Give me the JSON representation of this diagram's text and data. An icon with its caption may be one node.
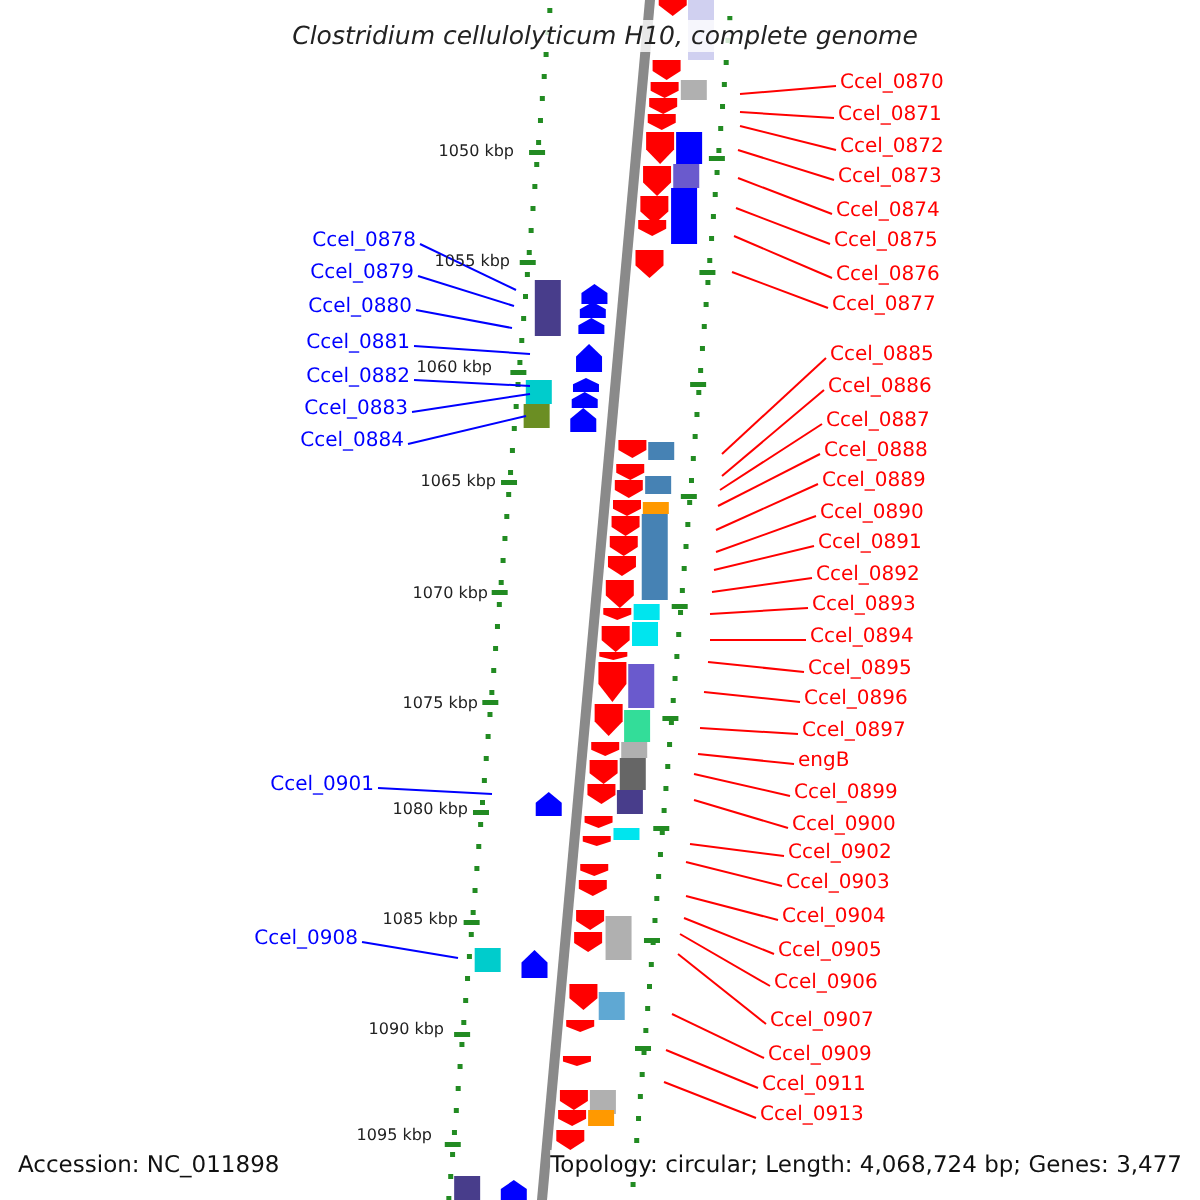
{
  "diagram": {
    "title": "Clostridium cellulolyticum H10, complete genome",
    "nodes": [
      {
        "text": [
          "Ccel_0870"
        ]
      },
      {
        "text": [
          "Ccel_0871"
        ]
      },
      {
        "text": [
          "Ccel_0872"
        ]
      },
      {
        "text": [
          "Ccel_0873"
        ]
      },
      {
        "text": [
          "Ccel_0874"
        ]
      },
      {
        "text": [
          "Ccel_0875"
        ]
      },
      {
        "text": [
          "Ccel_0876"
        ]
      },
      {
        "text": [
          "Ccel_0877"
        ]
      },
      {
        "text": [
          "Ccel_0878"
        ]
      },
      {
        "text": [
          "Ccel_0879"
        ]
      },
      {
        "text": [
          "Ccel_0880"
        ]
      },
      {
        "text": [
          "Ccel_0881"
        ]
      },
      {
        "text": [
          "Ccel_0882"
        ]
      },
      {
        "text": [
          "Ccel_0883"
        ]
      },
      {
        "text": [
          "Ccel_0884"
        ]
      },
      {
        "text": [
          "Ccel_0885"
        ]
      },
      {
        "text": [
          "Ccel_0886"
        ]
      },
      {
        "text": [
          "Ccel_0887"
        ]
      },
      {
        "text": [
          "Ccel_0888"
        ]
      },
      {
        "text": [
          "Ccel_0889"
        ]
      },
      {
        "text": [
          "Ccel_0890"
        ]
      },
      {
        "text": [
          "Ccel_0891"
        ]
      },
      {
        "text": [
          "Ccel_0892"
        ]
      },
      {
        "text": [
          "Ccel_0893"
        ]
      },
      {
        "text": [
          "Ccel_0894"
        ]
      },
      {
        "text": [
          "Ccel_0895"
        ]
      },
      {
        "text": [
          "Ccel_0896"
        ]
      },
      {
        "text": [
          "Ccel_0897"
        ]
      },
      {
        "text": [
          "engB"
        ]
      },
      {
        "text": [
          "Ccel_0899"
        ]
      },
      {
        "text": [
          "Ccel_0900"
        ]
      },
      {
        "text": [
          "Ccel_0901"
        ]
      },
      {
        "text": [
          "Ccel_0902"
        ]
      },
      {
        "text": [
          "Ccel_0903"
        ]
      },
      {
        "text": [
          "Ccel_0904"
        ]
      },
      {
        "text": [
          "Ccel_0905"
        ]
      },
      {
        "text": [
          "Ccel_0906"
        ]
      },
      {
        "text": [
          "Ccel_0907"
        ]
      },
      {
        "text": [
          "Ccel_0908"
        ]
      },
      {
        "text": [
          "Ccel_0909"
        ]
      },
      {
        "text": [
          "Ccel_0911"
        ]
      },
      {
        "text": [
          "Ccel_0913"
        ]
      }
    ],
    "edges": [
      {
        "from": 0,
        "to": null,
        "arrow": "none"
      },
      {
        "from": 1,
        "to": null,
        "arrow": "none"
      },
      {
        "from": 2,
        "to": null,
        "arrow": "none"
      },
      {
        "from": 3,
        "to": null,
        "arrow": "none"
      },
      {
        "from": 4,
        "to": null,
        "arrow": "none"
      },
      {
        "from": 5,
        "to": null,
        "arrow": "none"
      },
      {
        "from": 6,
        "to": null,
        "arrow": "none"
      },
      {
        "from": 7,
        "to": null,
        "arrow": "none"
      },
      {
        "from": 8,
        "to": null,
        "arrow": "none",
        "color": "#0000ff"
      },
      {
        "from": 9,
        "to": null,
        "arrow": "none",
        "color": "#0000ff"
      },
      {
        "from": 10,
        "to": null,
        "arrow": "none",
        "color": "#0000ff"
      },
      {
        "from": 11,
        "to": null,
        "arrow": "none",
        "color": "#0000ff"
      },
      {
        "from": 12,
        "to": null,
        "arrow": "none",
        "color": "#0000ff"
      },
      {
        "from": 13,
        "to": null,
        "arrow": "none",
        "color": "#0000ff"
      },
      {
        "from": 14,
        "to": null,
        "arrow": "none",
        "color": "#0000ff"
      },
      {
        "from": 15,
        "to": null,
        "arrow": "none"
      },
      {
        "from": 16,
        "to": null,
        "arrow": "none"
      },
      {
        "from": 17,
        "to": null,
        "arrow": "none"
      },
      {
        "from": 18,
        "to": null,
        "arrow": "none"
      },
      {
        "from": 19,
        "to": null,
        "arrow": "none"
      },
      {
        "from": 20,
        "to": null,
        "arrow": "none"
      },
      {
        "from": 21,
        "to": null,
        "arrow": "none"
      },
      {
        "from": 22,
        "to": null,
        "arrow": "none"
      },
      {
        "from": 23,
        "to": null,
        "arrow": "none"
      },
      {
        "from": 24,
        "to": null,
        "arrow": "none"
      },
      {
        "from": 25,
        "to": null,
        "arrow": "none"
      },
      {
        "from": 26,
        "to": null,
        "arrow": "none"
      },
      {
        "from": 27,
        "to": null,
        "arrow": "none"
      },
      {
        "from": 28,
        "to": null,
        "arrow": "none"
      },
      {
        "from": 29,
        "to": null,
        "arrow": "none"
      },
      {
        "from": 30,
        "to": null,
        "arrow": "none"
      },
      {
        "from": 31,
        "to": null,
        "arrow": "none",
        "color": "#0000ff"
      },
      {
        "from": 32,
        "to": null,
        "arrow": "none"
      },
      {
        "from": 33,
        "to": null,
        "arrow": "none"
      },
      {
        "from": 34,
        "to": null,
        "arrow": "none"
      },
      {
        "from": 35,
        "to": null,
        "arrow": "none"
      },
      {
        "from": 36,
        "to": null,
        "arrow": "none"
      },
      {
        "from": 37,
        "to": null,
        "arrow": "none"
      },
      {
        "from": 38,
        "to": null,
        "arrow": "none",
        "color": "#0000ff"
      },
      {
        "from": 39,
        "to": null,
        "arrow": "none"
      },
      {
        "from": 40,
        "to": null,
        "arrow": "none"
      },
      {
        "from": 41,
        "to": null,
        "arrow": "none"
      }
    ],
    "labels": [
      "1050 kbp",
      "1055 kbp",
      "1060 kbp",
      "1065 kbp",
      "1070 kbp",
      "1075 kbp",
      "1080 kbp",
      "1085 kbp",
      "1090 kbp",
      "1095 kbp",
      "Accession: NC_011898",
      "Topology: circular; Length: 4,068,724 bp; Genes: 3,477"
    ]
  }
}
